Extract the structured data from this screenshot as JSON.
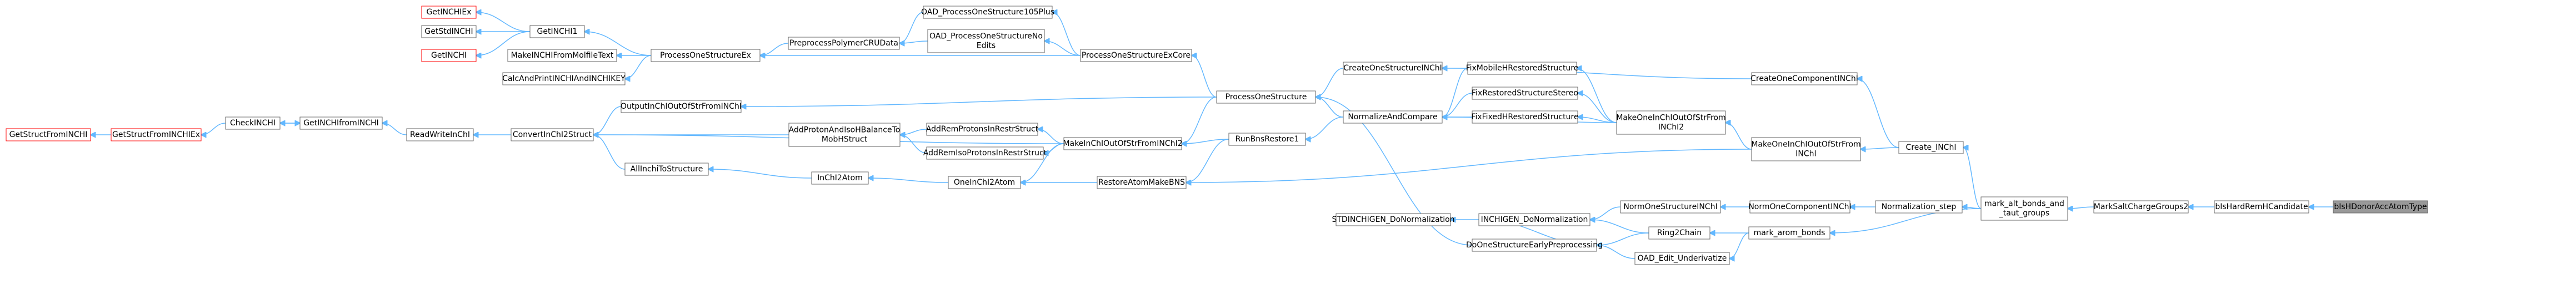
{
  "nodes": [
    {
      "id": "GetINCHIEx",
      "lines": [
        "GetINCHIEx"
      ],
      "border": "red"
    },
    {
      "id": "GetStdINCHI",
      "lines": [
        "GetStdINCHI"
      ]
    },
    {
      "id": "GetINCHI",
      "lines": [
        "GetINCHI"
      ],
      "border": "red"
    },
    {
      "id": "GetINCHI1",
      "lines": [
        "GetINCHI1"
      ]
    },
    {
      "id": "MakeINCHIFromMolfileText",
      "lines": [
        "MakeINCHIFromMolfileText"
      ]
    },
    {
      "id": "CalcAndPrintINCHIAndINCHIKEY",
      "lines": [
        "CalcAndPrintINCHIAndINCHIKEY"
      ]
    },
    {
      "id": "ProcessOneStructureEx",
      "lines": [
        "ProcessOneStructureEx"
      ]
    },
    {
      "id": "PreprocessPolymerCRUData",
      "lines": [
        "PreprocessPolymerCRUData"
      ]
    },
    {
      "id": "OAD_ProcessOneStructure105Plus",
      "lines": [
        "OAD_ProcessOneStructure105Plus"
      ]
    },
    {
      "id": "OAD_ProcessOneStructureNoEdits",
      "lines": [
        "OAD_ProcessOneStructureNo",
        "Edits"
      ]
    },
    {
      "id": "ProcessOneStructureExCore",
      "lines": [
        "ProcessOneStructureExCore"
      ]
    },
    {
      "id": "ProcessOneStructure",
      "lines": [
        "ProcessOneStructure"
      ]
    },
    {
      "id": "CreateOneStructureINChI",
      "lines": [
        "CreateOneStructureINChI"
      ]
    },
    {
      "id": "NormalizeAndCompare",
      "lines": [
        "NormalizeAndCompare"
      ]
    },
    {
      "id": "FixMobileHRestoredStructure",
      "lines": [
        "FixMobileHRestoredStructure"
      ]
    },
    {
      "id": "FixRestoredStructureStereo",
      "lines": [
        "FixRestoredStructureStereo"
      ]
    },
    {
      "id": "FixFixedHRestoredStructure",
      "lines": [
        "FixFixedHRestoredStructure"
      ]
    },
    {
      "id": "MakeOneInChIOutOfStrFromINChI2",
      "lines": [
        "MakeOneInChIOutOfStrFrom",
        "INChI2"
      ]
    },
    {
      "id": "CreateOneComponentINChI",
      "lines": [
        "CreateOneComponentINChI"
      ]
    },
    {
      "id": "MakeOneInChIOutOfStrFromINChI",
      "lines": [
        "MakeOneInChIOutOfStrFrom",
        "INChI"
      ]
    },
    {
      "id": "Create_INChI",
      "lines": [
        "Create_INChI"
      ]
    },
    {
      "id": "GetStructFromINCHI",
      "lines": [
        "GetStructFromINCHI"
      ],
      "border": "red"
    },
    {
      "id": "GetStructFromINCHIEx",
      "lines": [
        "GetStructFromINCHIEx"
      ],
      "border": "red"
    },
    {
      "id": "CheckINCHI",
      "lines": [
        "CheckINCHI"
      ]
    },
    {
      "id": "GetINCHIfromINCHI",
      "lines": [
        "GetINCHIfromINCHI"
      ]
    },
    {
      "id": "ReadWriteInChI",
      "lines": [
        "ReadWriteInChI"
      ]
    },
    {
      "id": "ConvertInChI2Struct",
      "lines": [
        "ConvertInChI2Struct"
      ]
    },
    {
      "id": "OutputInChIOutOfStrFromINChI",
      "lines": [
        "OutputInChIOutOfStrFromINChI"
      ]
    },
    {
      "id": "AddProtonAndIsoHBalanceToMobHStruct",
      "lines": [
        "AddProtonAndIsoHBalanceTo",
        "MobHStruct"
      ]
    },
    {
      "id": "AddRemProtonsInRestrStruct",
      "lines": [
        "AddRemProtonsInRestrStruct"
      ]
    },
    {
      "id": "AddRemIsoProtonsInRestrStruct",
      "lines": [
        "AddRemIsoProtonsInRestrStruct"
      ]
    },
    {
      "id": "MakeInChIOutOfStrFromINChI2",
      "lines": [
        "MakeInChIOutOfStrFromINChI2"
      ]
    },
    {
      "id": "RunBnsRestore1",
      "lines": [
        "RunBnsRestore1"
      ]
    },
    {
      "id": "AllInchiToStructure",
      "lines": [
        "AllInchiToStructure"
      ]
    },
    {
      "id": "InChI2Atom",
      "lines": [
        "InChI2Atom"
      ]
    },
    {
      "id": "OneInChI2Atom",
      "lines": [
        "OneInChI2Atom"
      ]
    },
    {
      "id": "RestoreAtomMakeBNS",
      "lines": [
        "RestoreAtomMakeBNS"
      ]
    },
    {
      "id": "STDINCHIGEN_DoNormalization",
      "lines": [
        "STDINCHIGEN_DoNormalization"
      ]
    },
    {
      "id": "INCHIGEN_DoNormalization",
      "lines": [
        "INCHIGEN_DoNormalization"
      ]
    },
    {
      "id": "DoOneStructureEarlyPreprocessing",
      "lines": [
        "DoOneStructureEarlyPreprocessing"
      ]
    },
    {
      "id": "NormOneStructureINChI",
      "lines": [
        "NormOneStructureINChI"
      ]
    },
    {
      "id": "NormOneComponentINChI",
      "lines": [
        "NormOneComponentINChI"
      ]
    },
    {
      "id": "Normalization_step",
      "lines": [
        "Normalization_step"
      ]
    },
    {
      "id": "Ring2Chain",
      "lines": [
        "Ring2Chain"
      ]
    },
    {
      "id": "mark_arom_bonds",
      "lines": [
        "mark_arom_bonds"
      ]
    },
    {
      "id": "OAD_Edit_Underivatize",
      "lines": [
        "OAD_Edit_Underivatize"
      ]
    },
    {
      "id": "mark_alt_bonds_and_taut_groups",
      "lines": [
        "mark_alt_bonds_and",
        "_taut_groups"
      ]
    },
    {
      "id": "MarkSaltChargeGroups2",
      "lines": [
        "MarkSaltChargeGroups2"
      ]
    },
    {
      "id": "bIsHardRemHCandidate",
      "lines": [
        "bIsHardRemHCandidate"
      ]
    },
    {
      "id": "bIsHDonorAccAtomType",
      "lines": [
        "bIsHDonorAccAtomType"
      ],
      "root": true
    }
  ],
  "edges": [
    [
      "GetINCHIEx",
      "GetINCHI1"
    ],
    [
      "GetStdINCHI",
      "GetINCHI1"
    ],
    [
      "GetINCHI",
      "GetINCHI1"
    ],
    [
      "GetINCHI1",
      "ProcessOneStructureEx"
    ],
    [
      "MakeINCHIFromMolfileText",
      "ProcessOneStructureEx"
    ],
    [
      "CalcAndPrintINCHIAndINCHIKEY",
      "ProcessOneStructureEx"
    ],
    [
      "ProcessOneStructureEx",
      "PreprocessPolymerCRUData"
    ],
    [
      "ProcessOneStructureEx",
      "ProcessOneStructureExCore"
    ],
    [
      "PreprocessPolymerCRUData",
      "OAD_ProcessOneStructure105Plus"
    ],
    [
      "PreprocessPolymerCRUData",
      "OAD_ProcessOneStructureNoEdits"
    ],
    [
      "OAD_ProcessOneStructure105Plus",
      "ProcessOneStructureExCore"
    ],
    [
      "OAD_ProcessOneStructureNoEdits",
      "ProcessOneStructureExCore"
    ],
    [
      "ProcessOneStructureExCore",
      "ProcessOneStructure"
    ],
    [
      "ProcessOneStructure",
      "CreateOneStructureINChI"
    ],
    [
      "ProcessOneStructure",
      "NormalizeAndCompare"
    ],
    [
      "ProcessOneStructure",
      "DoOneStructureEarlyPreprocessing"
    ],
    [
      "CreateOneStructureINChI",
      "CreateOneComponentINChI"
    ],
    [
      "NormalizeAndCompare",
      "FixMobileHRestoredStructure"
    ],
    [
      "NormalizeAndCompare",
      "FixRestoredStructureStereo"
    ],
    [
      "NormalizeAndCompare",
      "FixFixedHRestoredStructure"
    ],
    [
      "NormalizeAndCompare",
      "MakeOneInChIOutOfStrFromINChI2"
    ],
    [
      "FixMobileHRestoredStructure",
      "MakeOneInChIOutOfStrFromINChI2"
    ],
    [
      "FixRestoredStructureStereo",
      "MakeOneInChIOutOfStrFromINChI2"
    ],
    [
      "FixFixedHRestoredStructure",
      "MakeOneInChIOutOfStrFromINChI2"
    ],
    [
      "MakeOneInChIOutOfStrFromINChI2",
      "MakeOneInChIOutOfStrFromINChI"
    ],
    [
      "CreateOneComponentINChI",
      "Create_INChI"
    ],
    [
      "MakeOneInChIOutOfStrFromINChI",
      "Create_INChI"
    ],
    [
      "Create_INChI",
      "mark_alt_bonds_and_taut_groups"
    ],
    [
      "GetStructFromINCHI",
      "GetStructFromINCHIEx"
    ],
    [
      "GetStructFromINCHIEx",
      "CheckINCHI"
    ],
    [
      "CheckINCHI",
      "GetINCHIfromINCHI"
    ],
    [
      "GetINCHIfromINCHI",
      "CheckINCHI"
    ],
    [
      "GetINCHIfromINCHI",
      "ReadWriteInChI"
    ],
    [
      "ReadWriteInChI",
      "ConvertInChI2Struct"
    ],
    [
      "ConvertInChI2Struct",
      "OutputInChIOutOfStrFromINChI"
    ],
    [
      "ConvertInChI2Struct",
      "AddProtonAndIsoHBalanceToMobHStruct"
    ],
    [
      "ConvertInChI2Struct",
      "MakeInChIOutOfStrFromINChI2"
    ],
    [
      "ConvertInChI2Struct",
      "AllInchiToStructure"
    ],
    [
      "OutputInChIOutOfStrFromINChI",
      "ProcessOneStructure"
    ],
    [
      "AddProtonAndIsoHBalanceToMobHStruct",
      "AddRemProtonsInRestrStruct"
    ],
    [
      "AddProtonAndIsoHBalanceToMobHStruct",
      "AddRemIsoProtonsInRestrStruct"
    ],
    [
      "AddRemProtonsInRestrStruct",
      "MakeInChIOutOfStrFromINChI2"
    ],
    [
      "AddRemIsoProtonsInRestrStruct",
      "MakeInChIOutOfStrFromINChI2"
    ],
    [
      "MakeInChIOutOfStrFromINChI2",
      "ProcessOneStructure"
    ],
    [
      "MakeInChIOutOfStrFromINChI2",
      "RunBnsRestore1"
    ],
    [
      "RunBnsRestore1",
      "NormalizeAndCompare"
    ],
    [
      "AllInchiToStructure",
      "InChI2Atom"
    ],
    [
      "InChI2Atom",
      "OneInChI2Atom"
    ],
    [
      "OneInChI2Atom",
      "MakeInChIOutOfStrFromINChI2"
    ],
    [
      "OneInChI2Atom",
      "RestoreAtomMakeBNS"
    ],
    [
      "RestoreAtomMakeBNS",
      "RunBnsRestore1"
    ],
    [
      "RestoreAtomMakeBNS",
      "MakeOneInChIOutOfStrFromINChI"
    ],
    [
      "STDINCHIGEN_DoNormalization",
      "INCHIGEN_DoNormalization"
    ],
    [
      "INCHIGEN_DoNormalization",
      "NormOneStructureINChI"
    ],
    [
      "INCHIGEN_DoNormalization",
      "Ring2Chain"
    ],
    [
      "DoOneStructureEarlyPreprocessing",
      "INCHIGEN_DoNormalization"
    ],
    [
      "DoOneStructureEarlyPreprocessing",
      "Ring2Chain"
    ],
    [
      "DoOneStructureEarlyPreprocessing",
      "OAD_Edit_Underivatize"
    ],
    [
      "NormOneStructureINChI",
      "NormOneComponentINChI"
    ],
    [
      "NormOneComponentINChI",
      "Normalization_step"
    ],
    [
      "Normalization_step",
      "mark_alt_bonds_and_taut_groups"
    ],
    [
      "Ring2Chain",
      "mark_arom_bonds"
    ],
    [
      "OAD_Edit_Underivatize",
      "mark_arom_bonds"
    ],
    [
      "mark_arom_bonds",
      "mark_alt_bonds_and_taut_groups"
    ],
    [
      "mark_alt_bonds_and_taut_groups",
      "MarkSaltChargeGroups2"
    ],
    [
      "MarkSaltChargeGroups2",
      "bIsHardRemHCandidate"
    ],
    [
      "bIsHardRemHCandidate",
      "bIsHDonorAccAtomType"
    ]
  ]
}
